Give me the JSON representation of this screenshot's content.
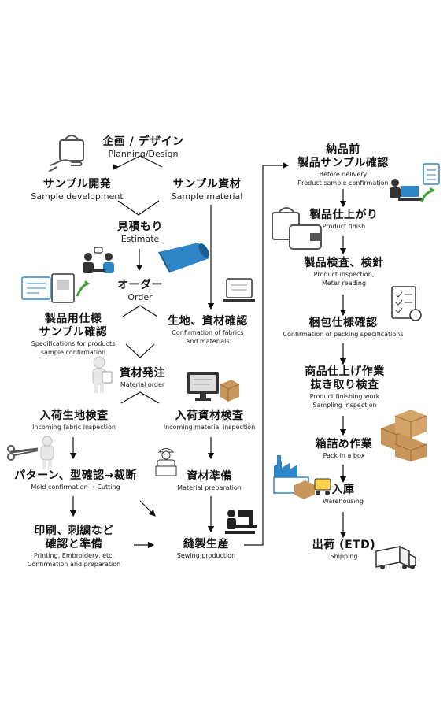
{
  "left": {
    "planning": {
      "jp": "企画 / デザイン",
      "en": "Planning/Design"
    },
    "sample_dev": {
      "jp": "サンプル開発",
      "en": "Sample development"
    },
    "sample_mat": {
      "jp": "サンプル資材",
      "en": "Sample material"
    },
    "estimate": {
      "jp": "見積もり",
      "en": "Estimate"
    },
    "order": {
      "jp": "オーダー",
      "en": "Order"
    },
    "spec_sample": {
      "jp1": "製品用仕様",
      "jp2": "サンプル確認",
      "en1": "Specifications for products",
      "en2": "sample confirmation"
    },
    "fabric_confirm": {
      "jp": "生地、資材確認",
      "en1": "Confirmation of fabrics",
      "en2": "and materials"
    },
    "material_order": {
      "jp": "資材発注",
      "en": "Material order"
    },
    "incoming_fabric": {
      "jp": "入荷生地検査",
      "en": "Incoming fabric inspection"
    },
    "incoming_material": {
      "jp": "入荷資材検査",
      "en": "Incoming material inspection"
    },
    "pattern": {
      "jp": "パターン、型確認→裁断",
      "en": "Mold confirmation → Cutting"
    },
    "material_prep": {
      "jp": "資材準備",
      "en": "Material preparation"
    },
    "printing": {
      "jp1": "印刷、刺繍など",
      "jp2": "確認と準備",
      "en1": "Printing, Embroidery, etc.",
      "en2": "Confirmation and preparation"
    },
    "sewing": {
      "jp": "縫製生産",
      "en": "Sewing production"
    }
  },
  "right": {
    "before_delivery": {
      "jp1": "納品前",
      "jp2": "製品サンプル確認",
      "en1": "Before delivery",
      "en2": "Product sample confirmation"
    },
    "product_finish": {
      "jp": "製品仕上がり",
      "en": "Product finish"
    },
    "inspection": {
      "jp": "製品検査、検針",
      "en1": "Product inspection,",
      "en2": "Meter reading"
    },
    "packing": {
      "jp": "梱包仕様確認",
      "en": "Confirmation of packing specifications"
    },
    "finishing": {
      "jp1": "商品仕上げ作業",
      "jp2": "抜き取り検査",
      "en1": "Product finishing work",
      "en2": "Sampling inspection"
    },
    "pack_box": {
      "jp": "箱詰め作業",
      "en": "Pack in a box"
    },
    "warehousing": {
      "jp": "入庫",
      "en": "Warehousing"
    },
    "shipping": {
      "jp": "出荷 (ETD)",
      "en": "Shipping"
    }
  },
  "colors": {
    "ink": "#111111",
    "accent_blue": "#2f86c6",
    "accent_green": "#3fa535",
    "box_brown": "#c8955a"
  }
}
